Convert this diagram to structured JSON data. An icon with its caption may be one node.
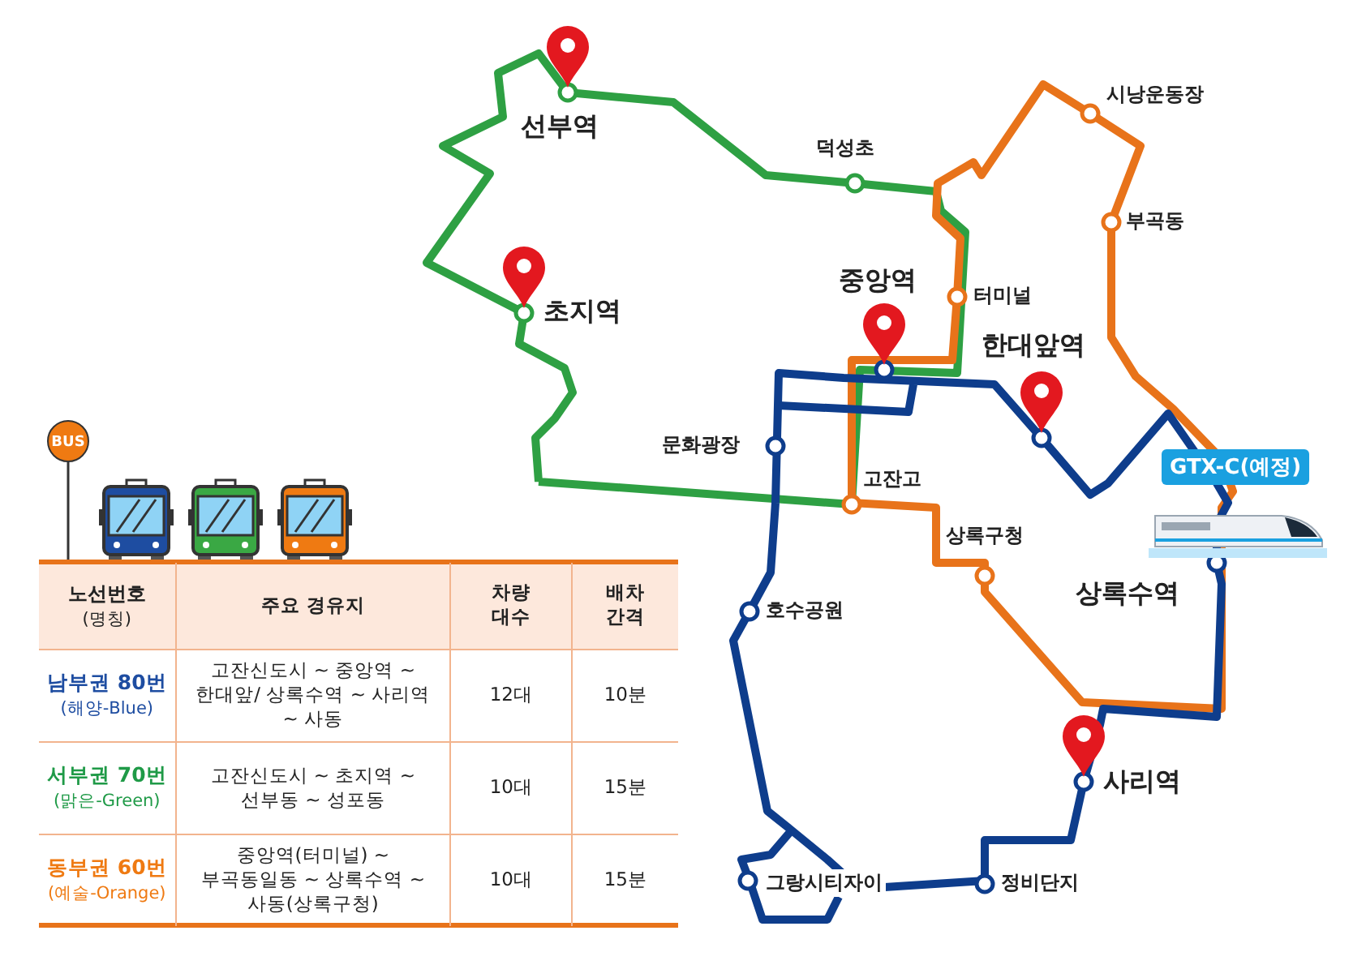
{
  "diagram": {
    "labels": [
      "BUS",
      "선부역",
      "덕성초",
      "시낭운동장",
      "부곡동",
      "초지역",
      "중앙역",
      "터미널",
      "한대앞역",
      "문화광장",
      "고잔고",
      "GTX-C(예정)",
      "상록구청",
      "상록수역",
      "호수공원",
      "사리역",
      "그랑시티자이",
      "정비단지",
      "노선번호",
      "(명칭)",
      "주요 경유지",
      "차량 대수",
      "배차 간격",
      "남부권 80번",
      "(해양-Blue)",
      "고잔신도시 ~ 중앙역 ~ 한대앞/ 상록수역 ~ 사리역 ~ 사동",
      "12대",
      "10분",
      "서부권 70번",
      "(맑은-Green)",
      "고잔신도시 ~ 초지역 ~ 선부동 ~ 성포동",
      "10대",
      "15분",
      "동부권 60번",
      "(예술-Orange)",
      "중앙역(터미널) ~ 부곡동일동 ~ 상록수역 ~ 사동(상록구청)",
      "10대",
      "15분"
    ]
  }
}
